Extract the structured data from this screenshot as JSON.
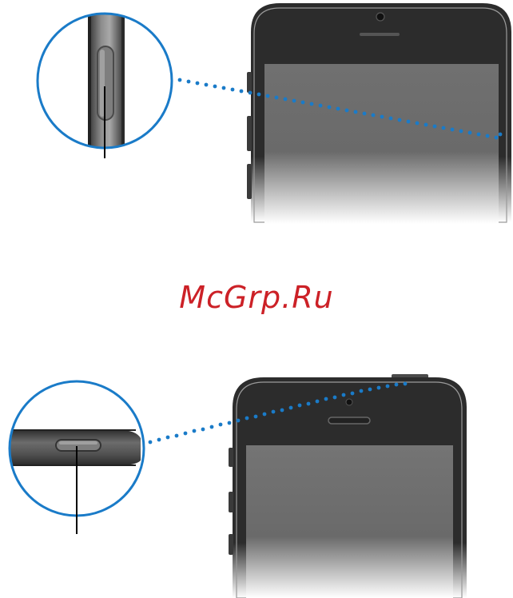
{
  "page": {
    "watermark_text": "McGrp.Ru",
    "watermark_color": "#cc2127"
  },
  "colors": {
    "callout_ring": "#1a7bc8",
    "dots": "#1a7bc8",
    "phone_body": "#2b2b2b",
    "phone_bezel": "#1a1a1a",
    "screen_gray": "#6e6e6e"
  },
  "figures": [
    {
      "id": "top",
      "subject": "phone-top-side-view",
      "callout": "side-button-magnified"
    },
    {
      "id": "bottom",
      "subject": "phone-top-front-view",
      "callout": "top-button-magnified"
    }
  ]
}
